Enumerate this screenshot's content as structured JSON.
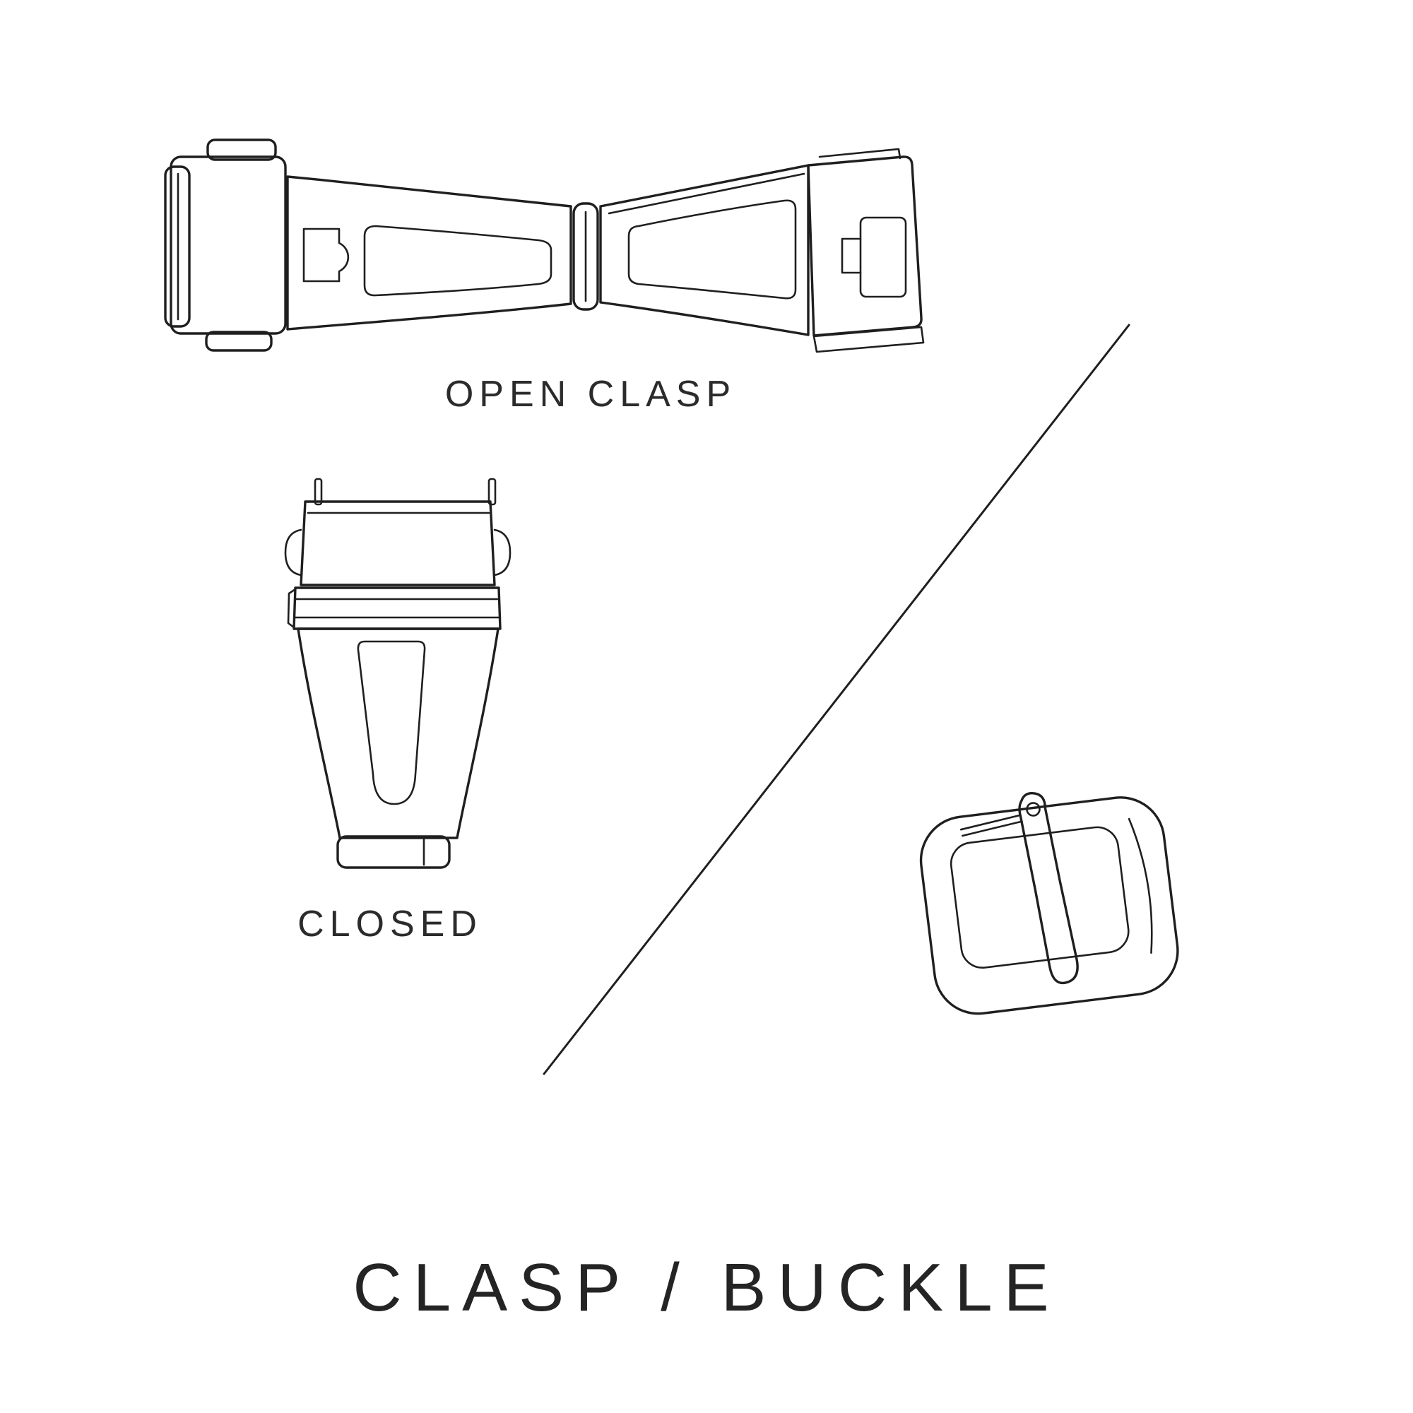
{
  "title": "CLASP / BUCKLE",
  "labels": {
    "open_clasp": "OPEN CLASP",
    "closed": "CLOSED"
  },
  "colors": {
    "background": "#ffffff",
    "line": "#1f1f1f",
    "text": "#242424"
  }
}
